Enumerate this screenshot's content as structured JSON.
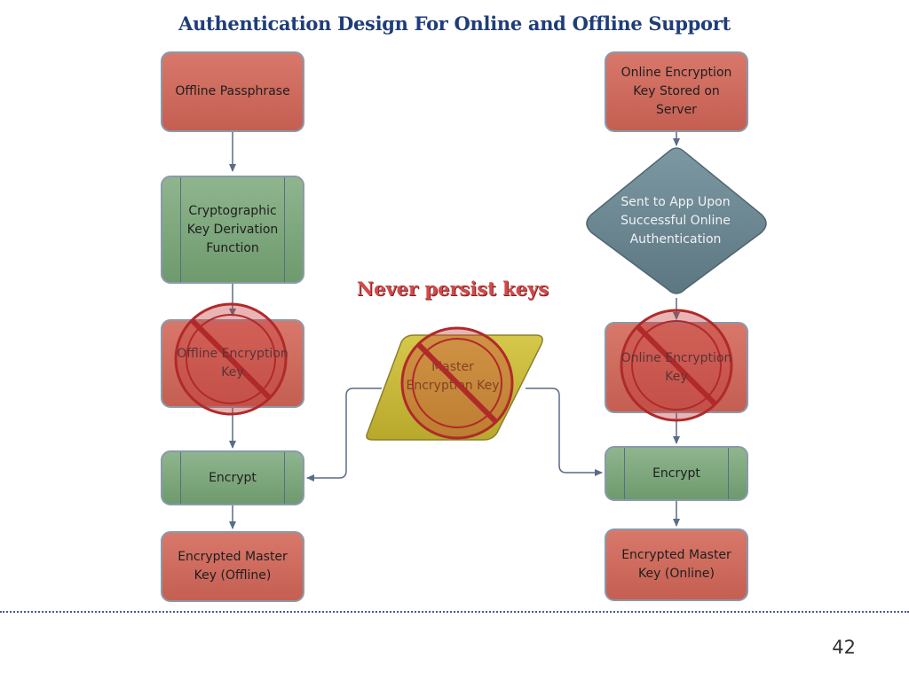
{
  "slide": {
    "title": "Authentication Design For Online and Offline Support",
    "page_number": "42"
  },
  "diagram": {
    "annotation": "Never persist keys",
    "offline_flow": {
      "passphrase": "Offline Passphrase",
      "kdf": "Cryptographic Key Derivation Function",
      "offline_key": "Offline Encryption Key",
      "encrypt": "Encrypt",
      "output": "Encrypted Master Key (Offline)"
    },
    "online_flow": {
      "server_key": "Online Encryption Key Stored on Server",
      "decision": "Sent to App Upon Successful Online Authentication",
      "online_key": "Online Encryption Key",
      "encrypt": "Encrypt",
      "output": "Encrypted Master Key (Online)"
    },
    "shared": {
      "master_key": "Master Encryption Key"
    },
    "colors": {
      "process_red": "#cf6e61",
      "predefined_green": "#7fa87e",
      "decision_slate": "#6b8791",
      "data_yellow": "#c8b83a",
      "connector": "#5a6c86",
      "prohibition": "#c63b3b",
      "title_blue": "#1f3d7a"
    },
    "icons": {
      "prohibition": "no-entry-sign-icon"
    }
  }
}
